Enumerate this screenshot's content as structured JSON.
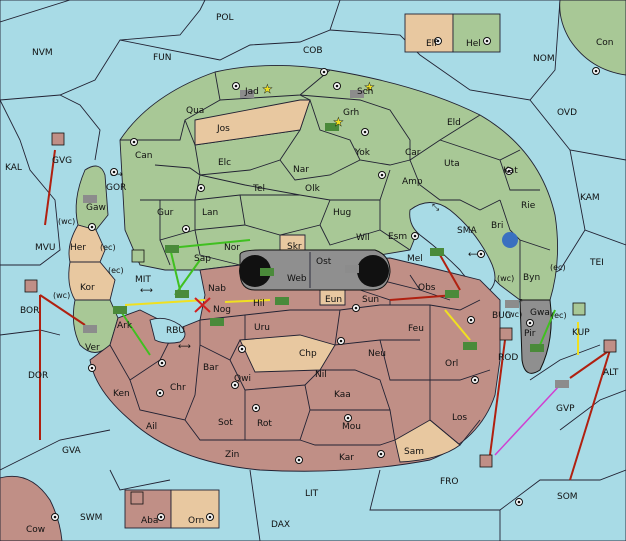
{
  "map": {
    "colors": {
      "sea": "#a8dbe6",
      "green_power": "#a8c896",
      "red_power": "#c08f86",
      "neutral": "#e8c8a0",
      "gray": "#8f8f8f",
      "green_unit": "#4a8a3a",
      "gray_unit": "#8c8c8c",
      "order_red": "#b02010",
      "order_yellow": "#f0e020",
      "order_green": "#40c020",
      "order_magenta": "#d040d0"
    },
    "labels": {
      "POL": "POL",
      "FUN": "FUN",
      "COB": "COB",
      "NVM": "NVM",
      "NOM": "NOM",
      "Con": "Con",
      "Elf": "Elf",
      "Hel": "Hel",
      "OVD": "OVD",
      "KAL": "KAL",
      "KAM": "KAM",
      "TEI": "TEI",
      "GVG": "GVG",
      "GOR": "GOR",
      "Gaw": "Gaw",
      "MVU": "MVU",
      "Her": "Her",
      "BOR": "BOR",
      "Kor": "Kor",
      "Ver": "Ver",
      "DOR": "DOR",
      "MIT": "MIT",
      "RBU": "RBU",
      "Ark": "Ark",
      "Jad": "Jad",
      "Sch": "Sch",
      "Qua": "Qua",
      "Jos": "Jos",
      "Grh": "Grh",
      "Can": "Can",
      "Eld": "Eld",
      "Yok": "Yok",
      "Car": "Car",
      "Uta": "Uta",
      "Elc": "Elc",
      "Nar": "Nar",
      "Tel": "Tel",
      "Olk": "Olk",
      "Amp": "Amp",
      "Kat": "Kat",
      "Gur": "Gur",
      "Lan": "Lan",
      "Hug": "Hug",
      "Rie": "Rie",
      "Bri": "Bri",
      "SMA": "SMA",
      "Wil": "Wil",
      "Esm": "Esm",
      "Nor": "Nor",
      "Sap": "Sap",
      "Skr": "Skr",
      "Ost": "Ost",
      "Web": "Web",
      "Mel": "Mel",
      "Byn": "Byn",
      "Nab": "Nab",
      "Hil": "Hil",
      "Eun": "Eun",
      "Sun": "Sun",
      "Obs": "Obs",
      "Nog": "Nog",
      "Uru": "Uru",
      "Feu": "Feu",
      "BUC": "BUC",
      "Gwa": "Gwa",
      "KUP": "KUP",
      "Pir": "Pir",
      "Chp": "Chp",
      "Neu": "Neu",
      "Orl": "Orl",
      "ROD": "ROD",
      "ALT": "ALT",
      "Bar": "Bar",
      "Qwi": "Qwi",
      "Nil": "Nil",
      "Ken": "Ken",
      "Chr": "Chr",
      "Kaa": "Kaa",
      "GVP": "GVP",
      "Los": "Los",
      "Ail": "Ail",
      "Sot": "Sot",
      "Rot": "Rot",
      "Mou": "Mou",
      "GVA": "GVA",
      "Zin": "Zin",
      "Kar": "Kar",
      "Sam": "Sam",
      "FRO": "FRO",
      "LIT": "LIT",
      "SOM": "SOM",
      "SWM": "SWM",
      "Aba": "Aba",
      "Orn": "Orn",
      "DAX": "DAX",
      "Cow": "Cow",
      "wc1": "(wc)",
      "ec1": "(ec)",
      "ec2": "(ec)",
      "wc2": "(wc)",
      "wc3": "(wc)",
      "ec3": "(ec)",
      "wc4": "(wc)",
      "ec4": "(ec)"
    }
  }
}
